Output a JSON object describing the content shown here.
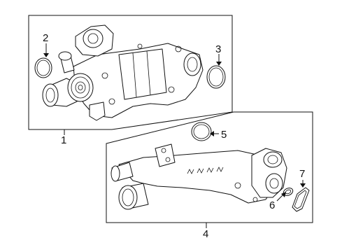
{
  "callouts": {
    "c1": "1",
    "c2": "2",
    "c3": "3",
    "c4": "4",
    "c5": "5",
    "c6": "6",
    "c7": "7"
  },
  "parts": [
    {
      "callout": "1",
      "name": "water-pump-assembly"
    },
    {
      "callout": "2",
      "name": "o-ring-left"
    },
    {
      "callout": "3",
      "name": "o-ring-right"
    },
    {
      "callout": "4",
      "name": "coolant-pipe-thermostat-housing"
    },
    {
      "callout": "5",
      "name": "o-ring-upper"
    },
    {
      "callout": "6",
      "name": "gasket"
    },
    {
      "callout": "7",
      "name": "seal"
    }
  ]
}
